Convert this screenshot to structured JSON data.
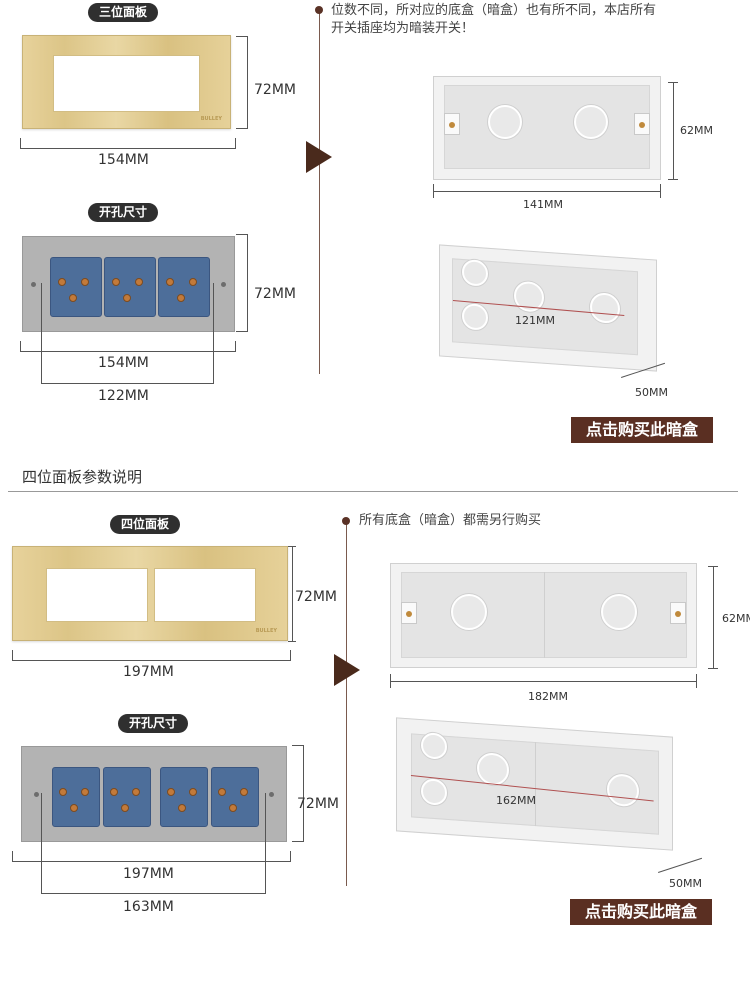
{
  "top": {
    "panel_label": "三位面板",
    "panel_height": "72MM",
    "panel_width": "154MM",
    "cutout_label": "开孔尺寸",
    "cutout_height": "72MM",
    "cutout_width": "154MM",
    "cutout_hole_width": "122MM",
    "note_line1": "位数不同，所对应的底盒（暗盒）也有所不同，本店所有",
    "note_line2": "开关插座均为暗装开关！",
    "box_height": "62MM",
    "box_width": "141MM",
    "box_inner": "121MM",
    "box_depth": "50MM",
    "buy_label": "点击购买此暗盒",
    "brand": "BULLEY"
  },
  "section2": {
    "title": "四位面板参数说明"
  },
  "bottom": {
    "panel_label": "四位面板",
    "panel_height": "72MM",
    "panel_width": "197MM",
    "cutout_label": "开孔尺寸",
    "cutout_height": "72MM",
    "cutout_width": "197MM",
    "cutout_hole_width": "163MM",
    "note": "所有底盒（暗盒）都需另行购买",
    "box_height": "62MM",
    "box_width": "182MM",
    "box_inner": "162MM",
    "box_depth": "50MM",
    "buy_label": "点击购买此暗盒",
    "brand": "BULLEY"
  },
  "colors": {
    "accent": "#5a2f22",
    "wood": "#e2cd93",
    "socket_blue": "#4d6e9a"
  }
}
